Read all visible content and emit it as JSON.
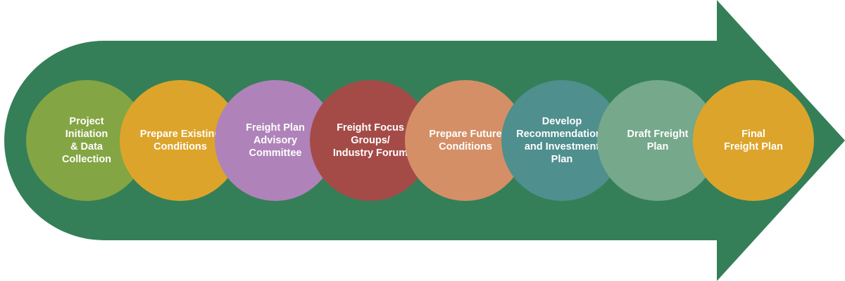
{
  "colors": {
    "arrow": "#347f58",
    "background": "#ffffff"
  },
  "steps": [
    {
      "label": "Project\nInitiation\n& Data\nCollection",
      "color": "#84a544"
    },
    {
      "label": "Prepare Existing\nConditions",
      "color": "#dda42b"
    },
    {
      "label": "Freight Plan\nAdvisory\nCommittee",
      "color": "#af83b9"
    },
    {
      "label": "Freight Focus\nGroups/\nIndustry Forum",
      "color": "#a44b48"
    },
    {
      "label": "Prepare Future\nConditions",
      "color": "#d48f67"
    },
    {
      "label": "Develop\nRecommendations\nand Investment\nPlan",
      "color": "#4f8f8e"
    },
    {
      "label": "Draft Freight\nPlan",
      "color": "#76a88b"
    },
    {
      "label": "Final\nFreight Plan",
      "color": "#dda42b"
    }
  ]
}
